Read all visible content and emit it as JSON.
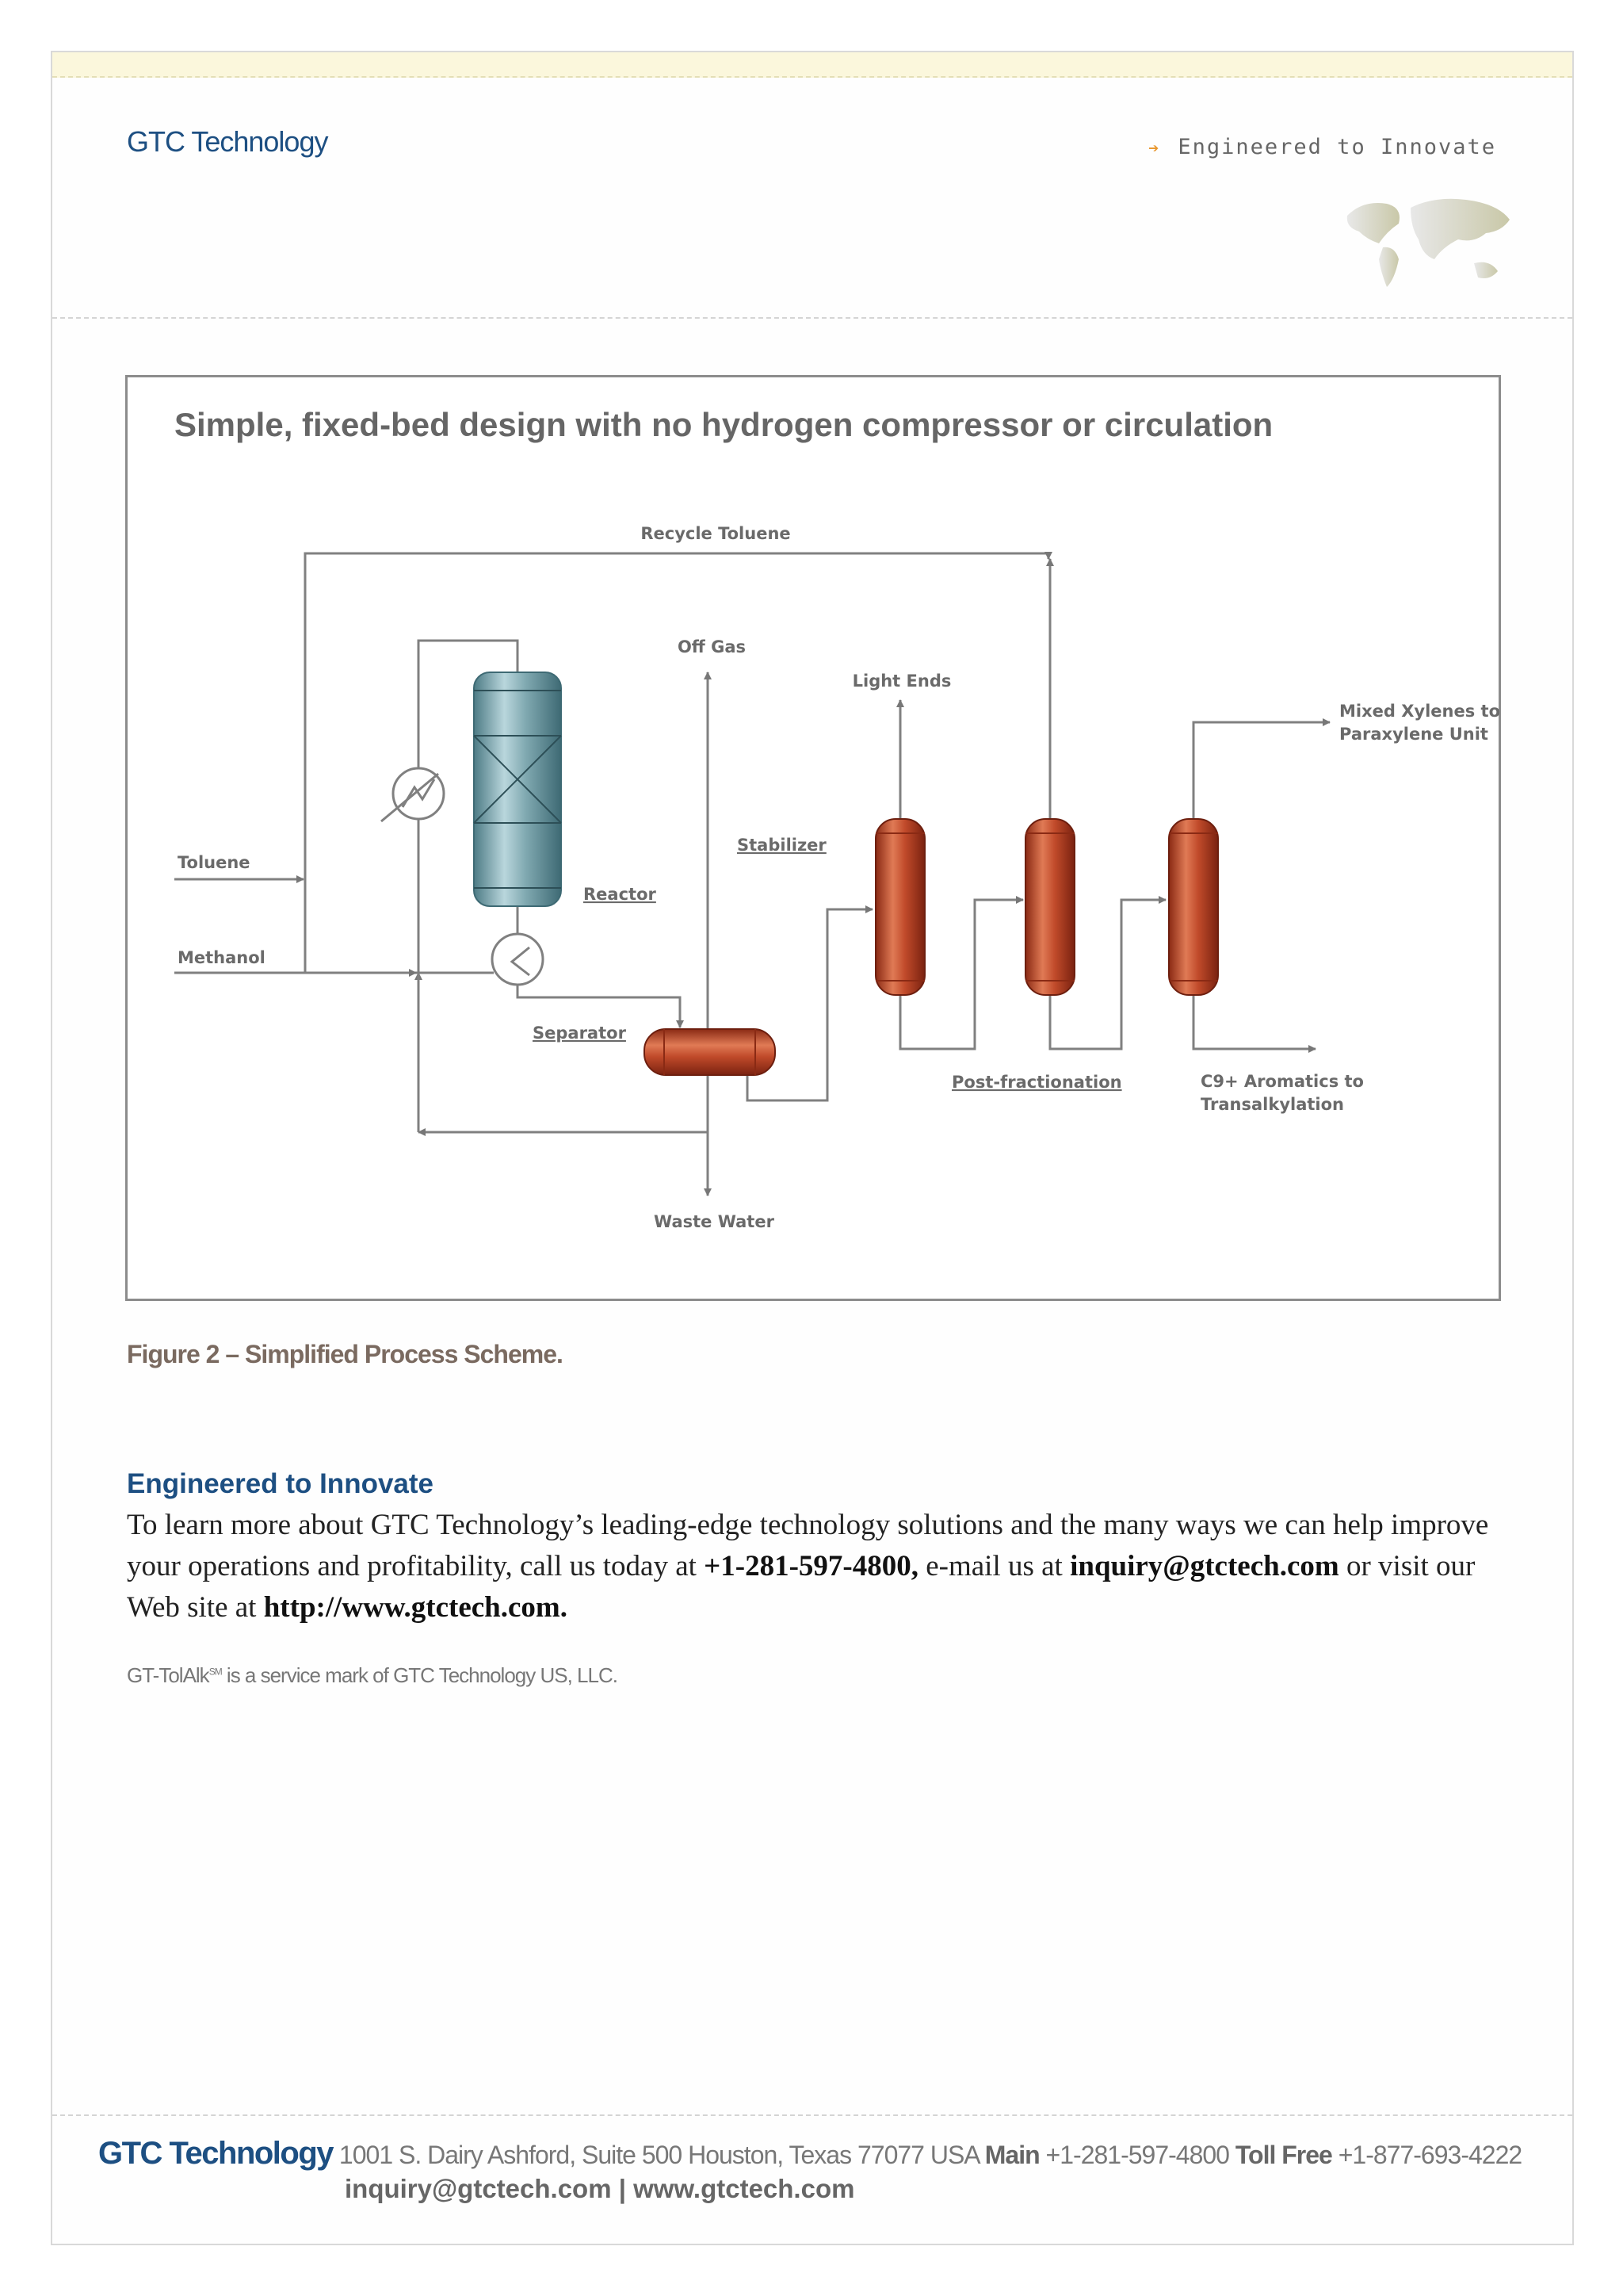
{
  "header": {
    "logo": "GTC Technology",
    "tagline": "Engineered to Innovate"
  },
  "figure": {
    "title": "Simple, fixed-bed design with no hydrogen compressor or circulation",
    "labels": {
      "recycle_toluene": "Recycle Toluene",
      "off_gas": "Off Gas",
      "light_ends": "Light Ends",
      "mixed_xylenes_1": "Mixed Xylenes to",
      "mixed_xylenes_2": "Paraxylene Unit",
      "toluene": "Toluene",
      "methanol": "Methanol",
      "stabilizer": "Stabilizer",
      "reactor": "Reactor",
      "separator": "Separator",
      "post_fractionation": "Post-fractionation",
      "c9_1": "C9+ Aromatics to",
      "c9_2": "Transalkylation",
      "waste_water": "Waste Water"
    },
    "caption": "Figure 2 – Simplified Process Scheme."
  },
  "section": {
    "heading": "Engineered to Innovate",
    "p1": "To learn more about GTC Technology’s leading-edge technology solutions and the many ways we can help improve your operations and profitability, call us today at ",
    "phone": "+1-281-597-4800,",
    "p2": " e-mail us at ",
    "email": "inquiry@gtctech.com",
    "p3": " or visit our Web site at ",
    "url": "http://www.gtctech.com."
  },
  "service_mark": {
    "name": "GT-TolAlk",
    "sm": "SM",
    "text": " is a service mark of GTC Technology US, LLC."
  },
  "footer": {
    "brand": "GTC Technology",
    "address": " 1001 S. Dairy Ashford, Suite 500 Houston, Texas 77077 USA ",
    "main_label": "Main",
    "main_phone": " +1-281-597-4800 ",
    "tollfree_label": "Toll Free",
    "tollfree_phone": " +1-877-693-4222",
    "line2": "inquiry@gtctech.com | www.gtctech.com"
  }
}
